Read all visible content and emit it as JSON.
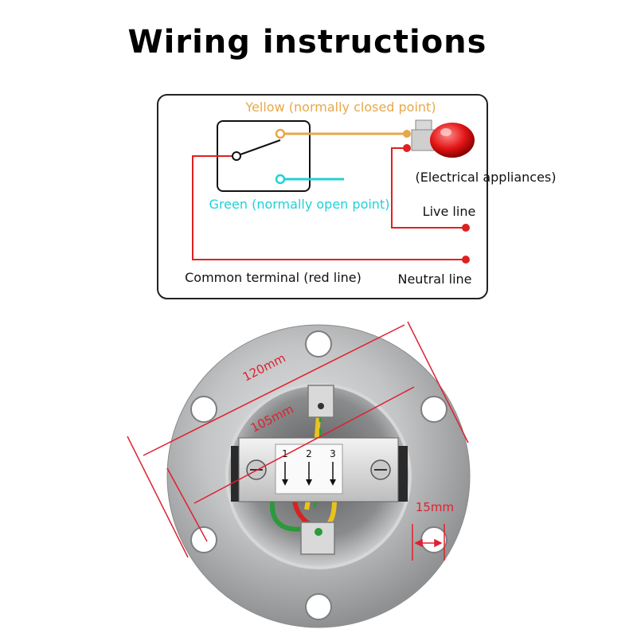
{
  "title": "Wiring instructions",
  "diagram": {
    "yellow_label": "Yellow (normally closed point)",
    "green_label": "Green (normally open point)",
    "appliance_label": "(Electrical appliances)",
    "live_label": "Live line",
    "neutral_label": "Neutral line",
    "common_label": "Common terminal (red line)"
  },
  "photo": {
    "dim_outer": "120mm",
    "dim_inner": "105mm",
    "dim_hole": "15mm",
    "terminal_numbers": [
      "1",
      "2",
      "3"
    ]
  },
  "colors": {
    "yellow_wire": "#e8a84a",
    "green_wire": "#1fd2d6",
    "red_wire": "#e02020",
    "dimension": "#e02030",
    "steel": "#b9babb"
  }
}
